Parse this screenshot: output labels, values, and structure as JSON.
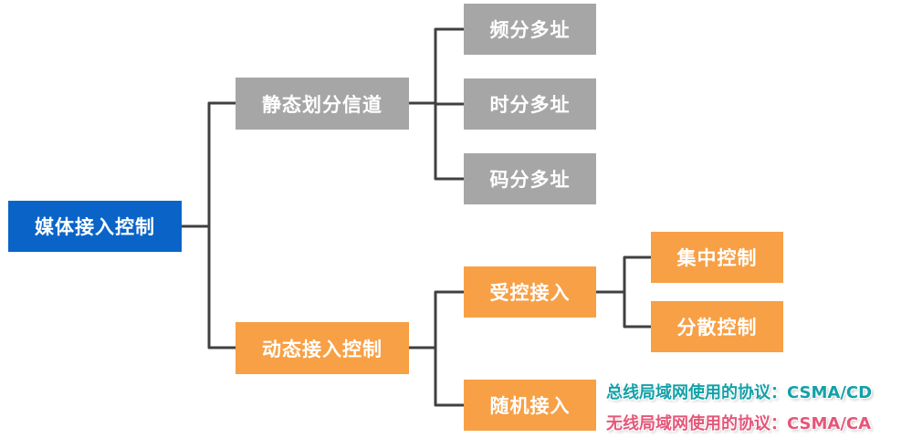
{
  "diagram": {
    "root": {
      "label": "媒体接入控制"
    },
    "static": {
      "label": "静态划分信道",
      "children": [
        {
          "label": "频分多址"
        },
        {
          "label": "时分多址"
        },
        {
          "label": "码分多址"
        }
      ]
    },
    "dynamic": {
      "label": "动态接入控制",
      "controlled": {
        "label": "受控接入",
        "children": [
          {
            "label": "集中控制"
          },
          {
            "label": "分散控制"
          }
        ]
      },
      "random": {
        "label": "随机接入"
      }
    },
    "notes": [
      {
        "prefix": "总线局域网使用的协议：",
        "protocol": "CSMA/CD",
        "color": "#13a1a8"
      },
      {
        "prefix": "无线局域网使用的协议：",
        "protocol": "CSMA/CA",
        "color": "#e4577a"
      }
    ]
  },
  "colors": {
    "root": "#0a64c8",
    "static": "#a6a6a6",
    "dynamic": "#f7a046",
    "connector": "#404040"
  }
}
